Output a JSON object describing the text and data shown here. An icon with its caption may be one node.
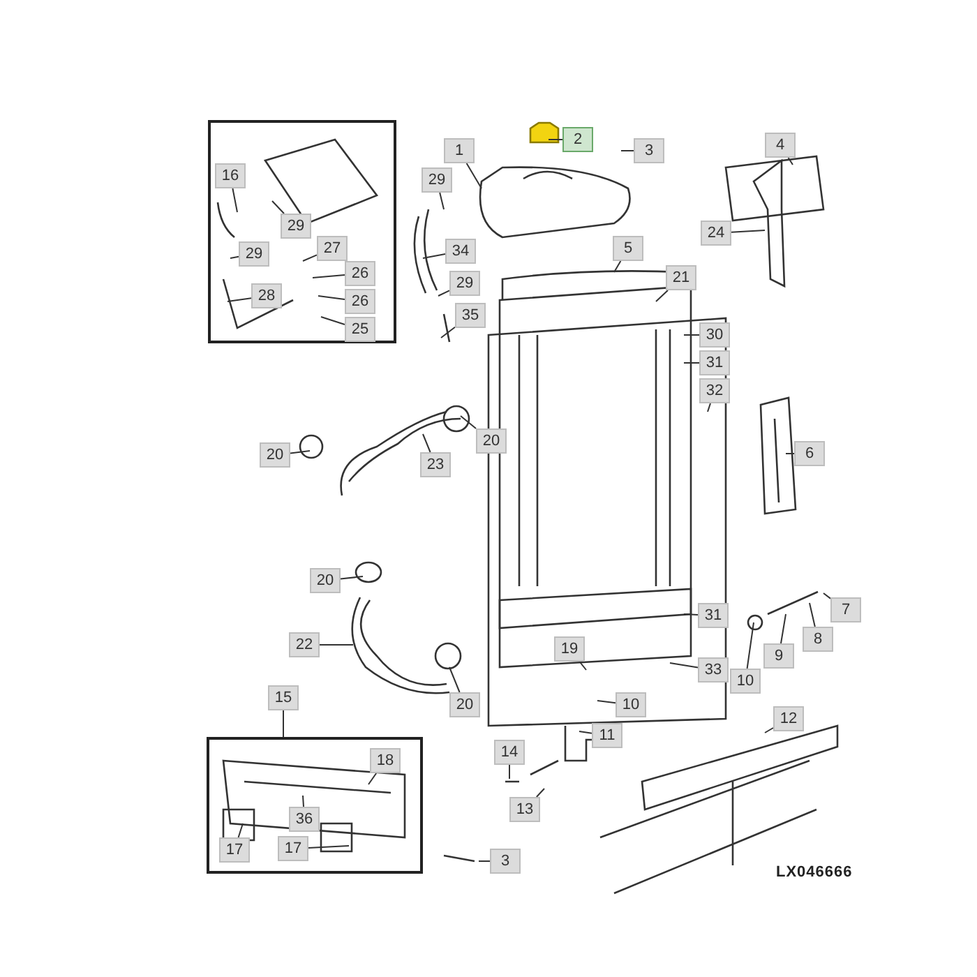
{
  "diagram": {
    "nodes": [
      {
        "text": [],
        "shape": "box"
      },
      {
        "text": [
          "16"
        ],
        "in": 0
      },
      {
        "text": [
          "29"
        ],
        "in": 0
      },
      {
        "text": [
          "29"
        ],
        "in": 0
      },
      {
        "text": [
          "27"
        ],
        "in": 0
      },
      {
        "text": [
          "26"
        ],
        "in": 0
      },
      {
        "text": [
          "28"
        ],
        "in": 0
      },
      {
        "text": [
          "26"
        ],
        "in": 0
      },
      {
        "text": [
          "25"
        ],
        "in": 0
      },
      {
        "text": [
          "1"
        ]
      },
      {
        "text": [
          "2"
        ]
      },
      {
        "text": [
          "3"
        ]
      },
      {
        "text": [
          "29"
        ]
      },
      {
        "text": [
          "4"
        ]
      },
      {
        "text": [
          "34"
        ]
      },
      {
        "text": [
          "24"
        ]
      },
      {
        "text": [
          "5"
        ]
      },
      {
        "text": [
          "29"
        ]
      },
      {
        "text": [
          "21"
        ]
      },
      {
        "text": [
          "35"
        ]
      },
      {
        "text": [
          "30"
        ]
      },
      {
        "text": [
          "31"
        ]
      },
      {
        "text": [
          "32"
        ]
      },
      {
        "text": [
          "6"
        ]
      },
      {
        "text": [
          "20"
        ]
      },
      {
        "text": [
          "20"
        ]
      },
      {
        "text": [
          "23"
        ]
      },
      {
        "text": [
          "20"
        ]
      },
      {
        "text": [
          "7"
        ]
      },
      {
        "text": [
          "31"
        ]
      },
      {
        "text": [
          "8"
        ]
      },
      {
        "text": [
          "9"
        ]
      },
      {
        "text": [
          "10"
        ]
      },
      {
        "text": [
          "22"
        ]
      },
      {
        "text": [
          "19"
        ]
      },
      {
        "text": [
          "33"
        ]
      },
      {
        "text": [
          "15"
        ]
      },
      {
        "text": [
          "20"
        ]
      },
      {
        "text": [
          "10"
        ]
      },
      {
        "text": [
          "12"
        ]
      },
      {
        "text": [
          "11"
        ]
      },
      {
        "text": [],
        "shape": "box"
      },
      {
        "text": [
          "18"
        ],
        "in": 41
      },
      {
        "text": [
          "36"
        ],
        "in": 41
      },
      {
        "text": [
          "17"
        ],
        "in": 41
      },
      {
        "text": [
          "17"
        ],
        "in": 41
      },
      {
        "text": [
          "14"
        ]
      },
      {
        "text": [
          "13"
        ]
      },
      {
        "text": [
          "3"
        ]
      }
    ],
    "edges": [
      {
        "from": 1,
        "to": null,
        "arrow": "none"
      },
      {
        "from": 2,
        "to": null,
        "arrow": "none"
      },
      {
        "from": 3,
        "to": null,
        "arrow": "none"
      },
      {
        "from": 4,
        "to": null,
        "arrow": "none"
      },
      {
        "from": 5,
        "to": null,
        "arrow": "none"
      },
      {
        "from": 6,
        "to": null,
        "arrow": "none"
      },
      {
        "from": 7,
        "to": null,
        "arrow": "none"
      },
      {
        "from": 8,
        "to": null,
        "arrow": "none"
      },
      {
        "from": 9,
        "to": null,
        "arrow": "none"
      },
      {
        "from": 10,
        "to": null,
        "arrow": "none"
      },
      {
        "from": 11,
        "to": null,
        "arrow": "none"
      },
      {
        "from": 12,
        "to": null,
        "arrow": "none"
      },
      {
        "from": 13,
        "to": null,
        "arrow": "none"
      },
      {
        "from": 14,
        "to": null,
        "arrow": "none"
      },
      {
        "from": 15,
        "to": null,
        "arrow": "none"
      },
      {
        "from": 16,
        "to": null,
        "arrow": "none"
      },
      {
        "from": 17,
        "to": null,
        "arrow": "none"
      },
      {
        "from": 18,
        "to": null,
        "arrow": "none"
      },
      {
        "from": 19,
        "to": null,
        "arrow": "none"
      },
      {
        "from": 20,
        "to": null,
        "arrow": "none"
      },
      {
        "from": 21,
        "to": null,
        "arrow": "none"
      },
      {
        "from": 22,
        "to": null,
        "arrow": "none"
      },
      {
        "from": 23,
        "to": null,
        "arrow": "none"
      },
      {
        "from": 24,
        "to": null,
        "arrow": "none"
      },
      {
        "from": 25,
        "to": null,
        "arrow": "none"
      },
      {
        "from": 26,
        "to": null,
        "arrow": "none"
      },
      {
        "from": 27,
        "to": null,
        "arrow": "none"
      },
      {
        "from": 28,
        "to": null,
        "arrow": "none"
      },
      {
        "from": 29,
        "to": null,
        "arrow": "none"
      },
      {
        "from": 30,
        "to": null,
        "arrow": "none"
      },
      {
        "from": 31,
        "to": null,
        "arrow": "none"
      },
      {
        "from": 32,
        "to": null,
        "arrow": "none"
      },
      {
        "from": 33,
        "to": null,
        "arrow": "none"
      },
      {
        "from": 34,
        "to": null,
        "arrow": "none"
      },
      {
        "from": 35,
        "to": null,
        "arrow": "none"
      },
      {
        "from": 36,
        "to": 41,
        "arrow": "none"
      },
      {
        "from": 37,
        "to": null,
        "arrow": "none"
      },
      {
        "from": 38,
        "to": null,
        "arrow": "none"
      },
      {
        "from": 39,
        "to": null,
        "arrow": "none"
      },
      {
        "from": 40,
        "to": null,
        "arrow": "none"
      },
      {
        "from": 42,
        "to": null,
        "arrow": "none"
      },
      {
        "from": 43,
        "to": null,
        "arrow": "none"
      },
      {
        "from": 44,
        "to": null,
        "arrow": "none"
      },
      {
        "from": 45,
        "to": null,
        "arrow": "none"
      },
      {
        "from": 46,
        "to": null,
        "arrow": "none"
      },
      {
        "from": 47,
        "to": null,
        "arrow": "none"
      },
      {
        "from": 48,
        "to": null,
        "arrow": "none"
      }
    ],
    "labels": [
      "LX046666"
    ]
  }
}
